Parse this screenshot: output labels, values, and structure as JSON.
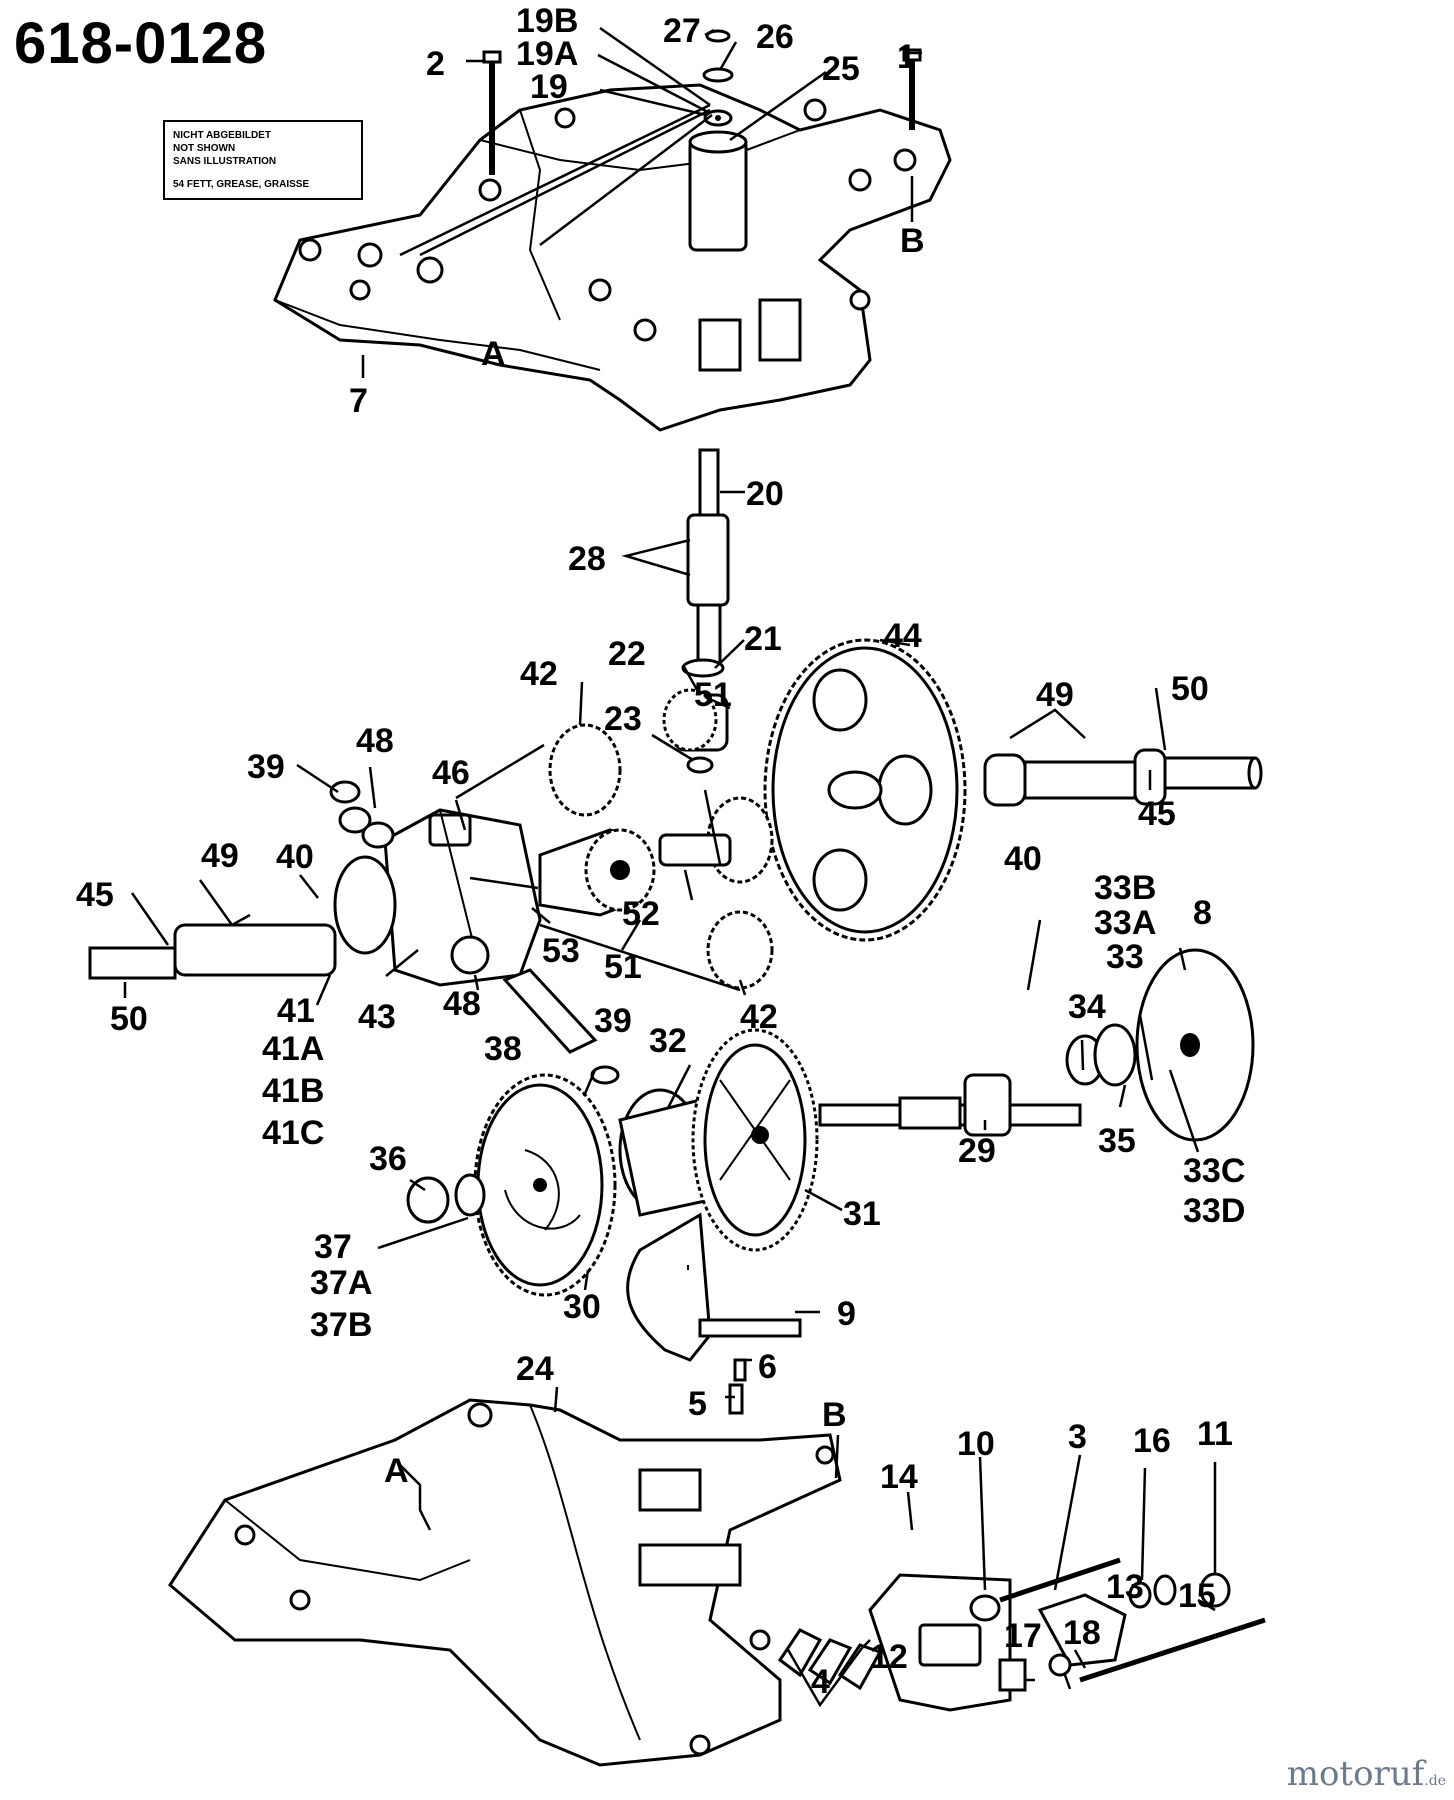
{
  "header": {
    "title": "618-0128"
  },
  "note": {
    "line1": "NICHT ABGEBILDET",
    "line2": "NOT SHOWN",
    "line3": "SANS ILLUSTRATION",
    "line4": "54   FETT, GREASE, GRAISSE"
  },
  "watermark": {
    "brand": "motoruf",
    "tld": ".de"
  },
  "callouts": {
    "c1": "1",
    "c2": "2",
    "c3": "3",
    "c4": "4",
    "c5": "5",
    "c6": "6",
    "c7": "7",
    "c8": "8",
    "c9": "9",
    "c10": "10",
    "c11": "11",
    "c12": "12",
    "c13": "13",
    "c14": "14",
    "c15": "15",
    "c16": "16",
    "c17": "17",
    "c18": "18",
    "c19": "19",
    "c19A": "19A",
    "c19B": "19B",
    "c20": "20",
    "c21": "21",
    "c22": "22",
    "c23": "23",
    "c24": "24",
    "c25": "25",
    "c26": "26",
    "c27": "27",
    "c28": "28",
    "c29": "29",
    "c30": "30",
    "c31": "31",
    "c32": "32",
    "c33": "33",
    "c33A": "33A",
    "c33B": "33B",
    "c33C": "33C",
    "c33D": "33D",
    "c34": "34",
    "c35": "35",
    "c36": "36",
    "c37": "37",
    "c37A": "37A",
    "c37B": "37B",
    "c38": "38",
    "c39": "39",
    "c40": "40",
    "c41": "41",
    "c41A": "41A",
    "c41B": "41B",
    "c41C": "41C",
    "c42": "42",
    "c43": "43",
    "c44": "44",
    "c45": "45",
    "c46": "46",
    "c48": "48",
    "c49": "49",
    "c50": "50",
    "c51": "51",
    "c52": "52",
    "c53": "53",
    "A": "A",
    "B": "B"
  }
}
